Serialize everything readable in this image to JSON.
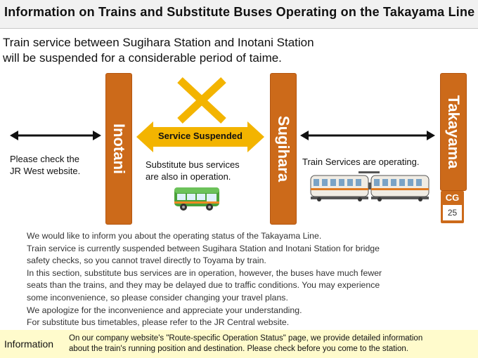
{
  "header": {
    "title": "Information on Trains and Substitute Buses Operating on the Takayama Line"
  },
  "notice": {
    "line1": "Train service between Sugihara Station and Inotani Station",
    "line2": "will be suspended for a considerable period of taime."
  },
  "stations": {
    "inotani": "Inotani",
    "sugihara": "Sugihara",
    "takayama": "Takayama"
  },
  "station_code": {
    "line": "CG",
    "number": "25"
  },
  "suspended_label": "Service Suspended",
  "left_note": {
    "line1": "Please check the",
    "line2": "JR West website."
  },
  "bus_note": {
    "line1": "Substitute bus services",
    "line2": "are also in operation."
  },
  "train_note": "Train Services are operating.",
  "body": {
    "line1": "We would like to inform you about the operating status of the Takayama Line.",
    "line2": "Train service is currently suspended between Sugihara Station and Inotani Station for bridge",
    "line3": "safety checks, so you cannot travel directly to Toyama by train.",
    "line4": "In this section, substitute bus services are in operation, however, the buses have much fewer",
    "line5": "seats than the trains, and they may be delayed due to traffic conditions. You may experience",
    "line6": "some inconvenience, so please consider changing your travel plans.",
    "line7": "We apologize for the inconvenience and appreciate your understanding.",
    "line8": "For substitute bus timetables, please refer to the JR Central website."
  },
  "info": {
    "label": "Information",
    "line1": "On our company website's \"Route-specific Operation Status\" page, we provide detailed information",
    "line2": "about the train's running position and destination. Please check before you come to the station."
  },
  "colors": {
    "station_orange": "#cc6a1a",
    "suspended_yellow": "#f3b400",
    "info_bg": "#fffbcc",
    "bus_green": "#4aa23a"
  },
  "icons": [
    "cross-icon",
    "double-arrow-icon",
    "bus-icon",
    "train-icon"
  ]
}
